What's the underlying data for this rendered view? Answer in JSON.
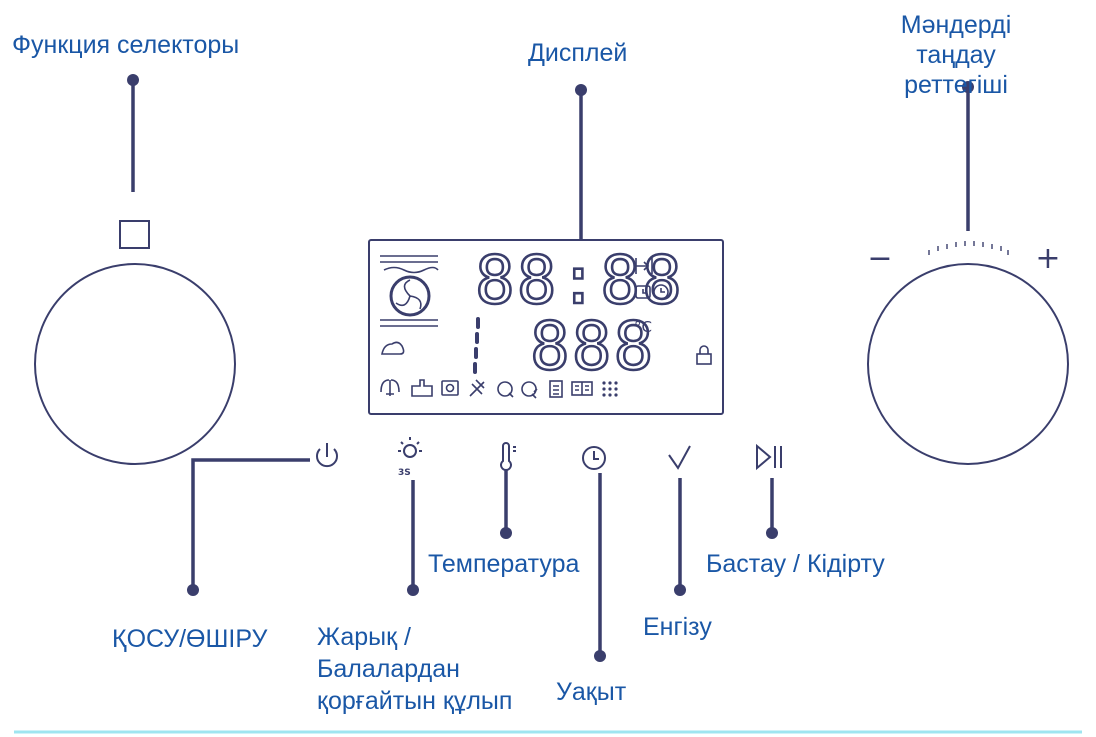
{
  "labels": {
    "function_selector": "Функция селекторы",
    "display": "Дисплей",
    "value_selector": [
      "Мәндерді таңдау",
      "реттегіші"
    ],
    "power": "ҚОСУ/ӨШІРУ",
    "light_lock": [
      "Жарық /",
      "Балалардан",
      "қорғайтын құлып"
    ],
    "temperature": "Температура",
    "time": "Уақыт",
    "enter": "Енгізу",
    "start_pause": "Бастау / Кідірту"
  },
  "display": {
    "clock": "88:88",
    "temp": "888",
    "temp_unit": "°C"
  },
  "knob": {
    "minus": "−",
    "plus": "+"
  },
  "icons": {
    "display_top": [
      "timer-end-icon",
      "alarm-icon",
      "clock-icon",
      "lock-icon",
      "steam-icon"
    ],
    "display_row": [
      "defrost-icon",
      "keep-warm-icon",
      "auto-program-icon",
      "bake-icon",
      "grill-icon",
      "top-grill-icon",
      "recipe-icon",
      "book-icon",
      "dots-grid-icon"
    ],
    "buttons": [
      "power-icon",
      "light-lock-icon",
      "thermometer-icon",
      "clock-icon",
      "check-icon",
      "play-pause-icon"
    ]
  },
  "colors": {
    "line": "#3a3e6c",
    "label": "#1a57a6",
    "bottom_rule": "#9fe5f0"
  }
}
